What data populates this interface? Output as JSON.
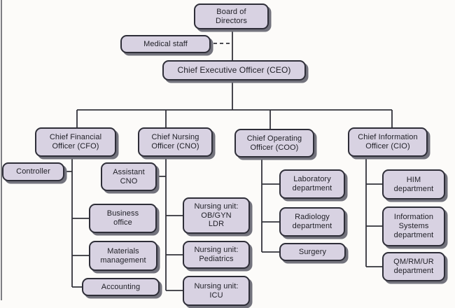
{
  "diagram": {
    "type": "org-chart",
    "description": "Hospital organizational chart",
    "colors": {
      "box_fill": "#d8d2e2",
      "box_border": "#2e2e38",
      "box_shadow_c": "#73737d",
      "line": "#33333b",
      "text": "#1f1f26",
      "background": "#fcfbf9"
    },
    "nodes": {
      "board": {
        "label": "Board of\nDirectors"
      },
      "medical_staff": {
        "label": "Medical staff"
      },
      "ceo": {
        "label": "Chief Executive Officer (CEO)"
      },
      "cfo": {
        "label": "Chief Financial\nOfficer (CFO)"
      },
      "cno": {
        "label": "Chief Nursing\nOfficer (CNO)"
      },
      "coo": {
        "label": "Chief Operating\nOfficer (COO)"
      },
      "cio": {
        "label": "Chief Information\nOfficer (CIO)"
      },
      "controller": {
        "label": "Controller"
      },
      "assistant_cno": {
        "label": "Assistant\nCNO"
      },
      "business_office": {
        "label": "Business\noffice"
      },
      "materials_management": {
        "label": "Materials\nmanagement"
      },
      "accounting": {
        "label": "Accounting"
      },
      "nursing_obgyn": {
        "label": "Nursing unit:\nOB/GYN\nLDR"
      },
      "nursing_pediatrics": {
        "label": "Nursing unit:\nPediatrics"
      },
      "nursing_icu": {
        "label": "Nursing unit:\nICU"
      },
      "laboratory": {
        "label": "Laboratory\ndepartment"
      },
      "radiology": {
        "label": "Radiology\ndepartment"
      },
      "surgery": {
        "label": "Surgery"
      },
      "him": {
        "label": "HIM\ndepartment"
      },
      "information_systems": {
        "label": "Information\nSystems\ndepartment"
      },
      "qm_rm_ur": {
        "label": "QM/RM/UR\ndepartment"
      }
    },
    "edges": [
      "board-ceo",
      "medical_staff-ceo (dashed)",
      "ceo-cfo",
      "ceo-cno",
      "ceo-coo",
      "ceo-cio",
      "cfo-controller",
      "cfo-business_office",
      "cfo-materials_management",
      "cfo-accounting",
      "cno-assistant_cno",
      "cno-nursing_obgyn",
      "cno-nursing_pediatrics",
      "cno-nursing_icu",
      "coo-laboratory",
      "coo-radiology",
      "coo-surgery",
      "cio-him",
      "cio-information_systems",
      "cio-qm_rm_ur"
    ]
  }
}
